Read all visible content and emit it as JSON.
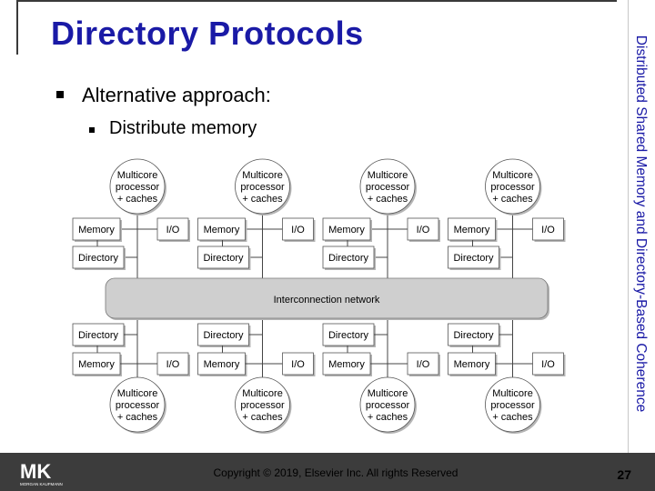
{
  "slide": {
    "title": "Directory Protocols",
    "bullet_level1": "Alternative approach:",
    "bullet_level2": "Distribute memory",
    "side_title": "Distributed Shared Memory and Directory-Based Coherence",
    "copyright": "Copyright © 2019, Elsevier Inc. All rights Reserved",
    "page_number": "27",
    "logo_text": "MK",
    "logo_subtext": "MORGAN KAUFMANN"
  },
  "diagram": {
    "processor_label_lines": [
      "Multicore",
      "processor",
      "+ caches"
    ],
    "memory_label": "Memory",
    "io_label": "I/O",
    "directory_label": "Directory",
    "network_label": "Interconnection network",
    "nodes_per_row": 4
  },
  "colors": {
    "title": "#1a1aa6",
    "footer": "#3c3c3c",
    "network_fill": "#cfcfcf",
    "box_shadow": "#b5b5b5"
  }
}
